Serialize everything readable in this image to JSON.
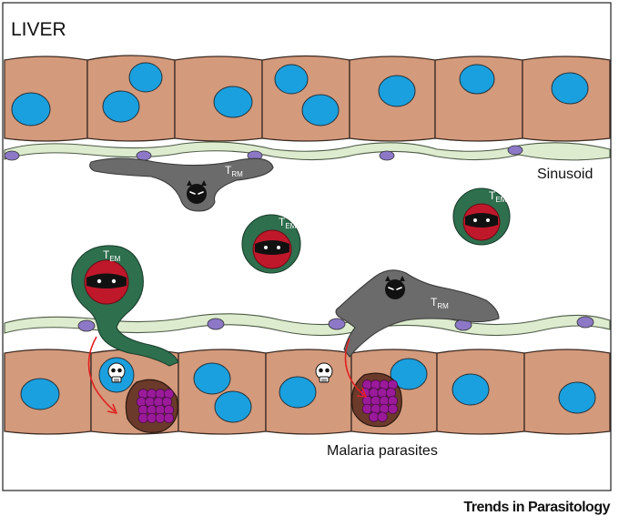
{
  "figure": {
    "title": "LIVER",
    "labels": {
      "sinusoid": "Sinusoid",
      "malaria": "Malaria parasites",
      "t_em": {
        "main": "T",
        "sub": "EM"
      },
      "t_rm": {
        "main": "T",
        "sub": "RM"
      }
    },
    "colors": {
      "hepatocyte": "#d49a7c",
      "nucleus": "#1aa0df",
      "endothelium": "#ddeccf",
      "endo_nucleus": "#8c78c6",
      "trm": "#6b6b6b",
      "tem_outer": "#2e6f4e",
      "tem_inner": "#c0182b",
      "parasite": "#8c1b8c",
      "arrow": "#e02020"
    }
  },
  "journal": "Trends in Parasitology"
}
